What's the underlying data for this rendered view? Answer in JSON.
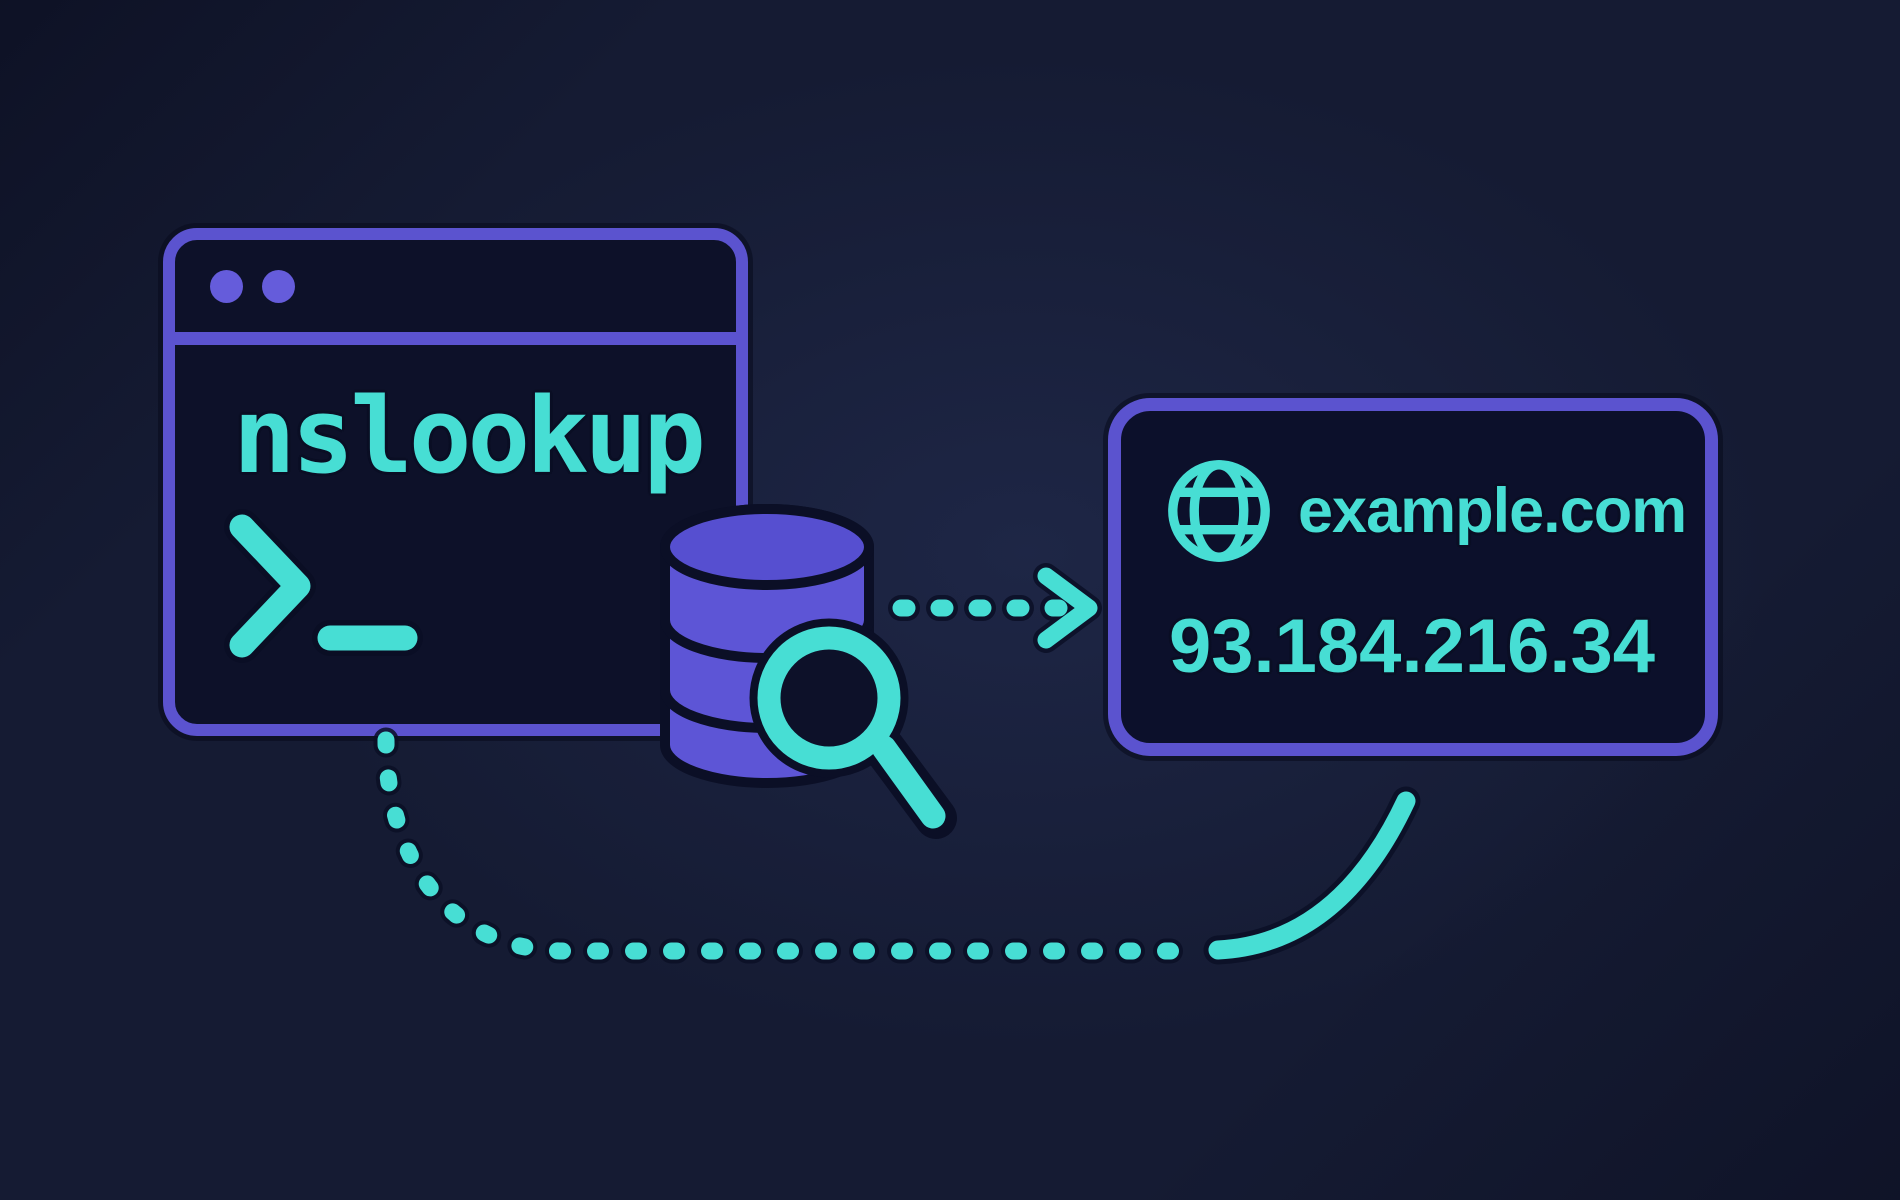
{
  "diagram": {
    "colors": {
      "background": "#151b33",
      "accent_teal": "#47ded4",
      "accent_purple": "#5b53cf",
      "database_purple": "#5d55d6",
      "panel_fill": "#0d1129",
      "outline_dark": "#0b0f26"
    },
    "terminal_window": {
      "command_text": "nslookup",
      "traffic_dots_count": 2,
      "prompt_icon": "terminal-prompt-icon"
    },
    "lookup": {
      "database_icon": "database-icon",
      "magnifier_icon": "magnifier-icon",
      "query_arrow_style": "dashed-right-arrow",
      "return_path_style": "dotted-curve"
    },
    "result_card": {
      "globe_icon": "globe-icon",
      "domain_label": "example.com",
      "ip_address": "93.184.216.34"
    }
  }
}
